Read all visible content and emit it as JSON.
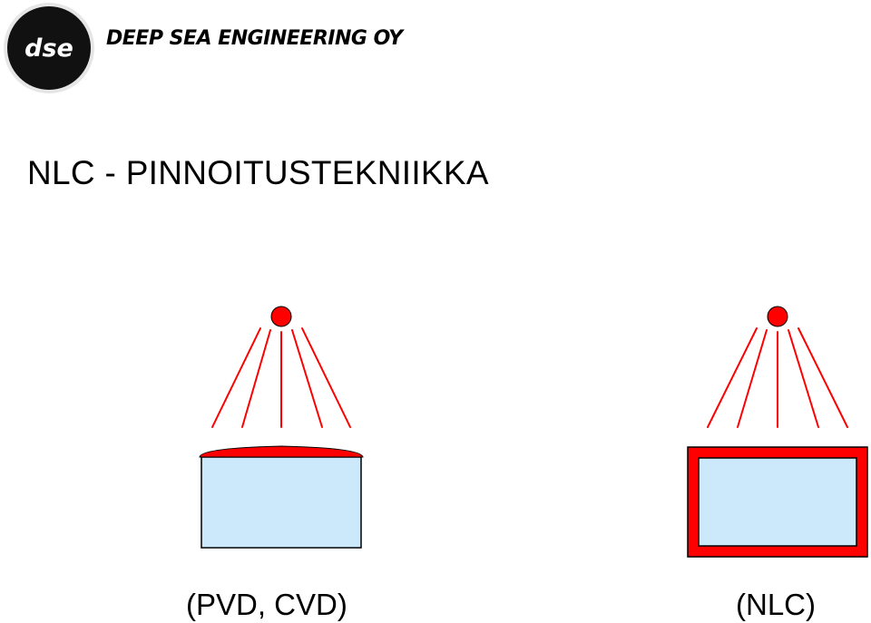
{
  "header": {
    "logo_text": "dse",
    "company_name": "DEEP  SEA  ENGINEERING OY"
  },
  "title": "NLC - PINNOITUSTEKNIIKKA",
  "panels": [
    {
      "caption": "(PVD, CVD)",
      "coating": "top-only"
    },
    {
      "caption": "(NLC)",
      "coating": "all-sides"
    }
  ],
  "colors": {
    "source": "#ff0000",
    "rays": "#ff0000",
    "coating": "#ff0000",
    "substrate": "#cce9fb",
    "outline": "#000000"
  }
}
